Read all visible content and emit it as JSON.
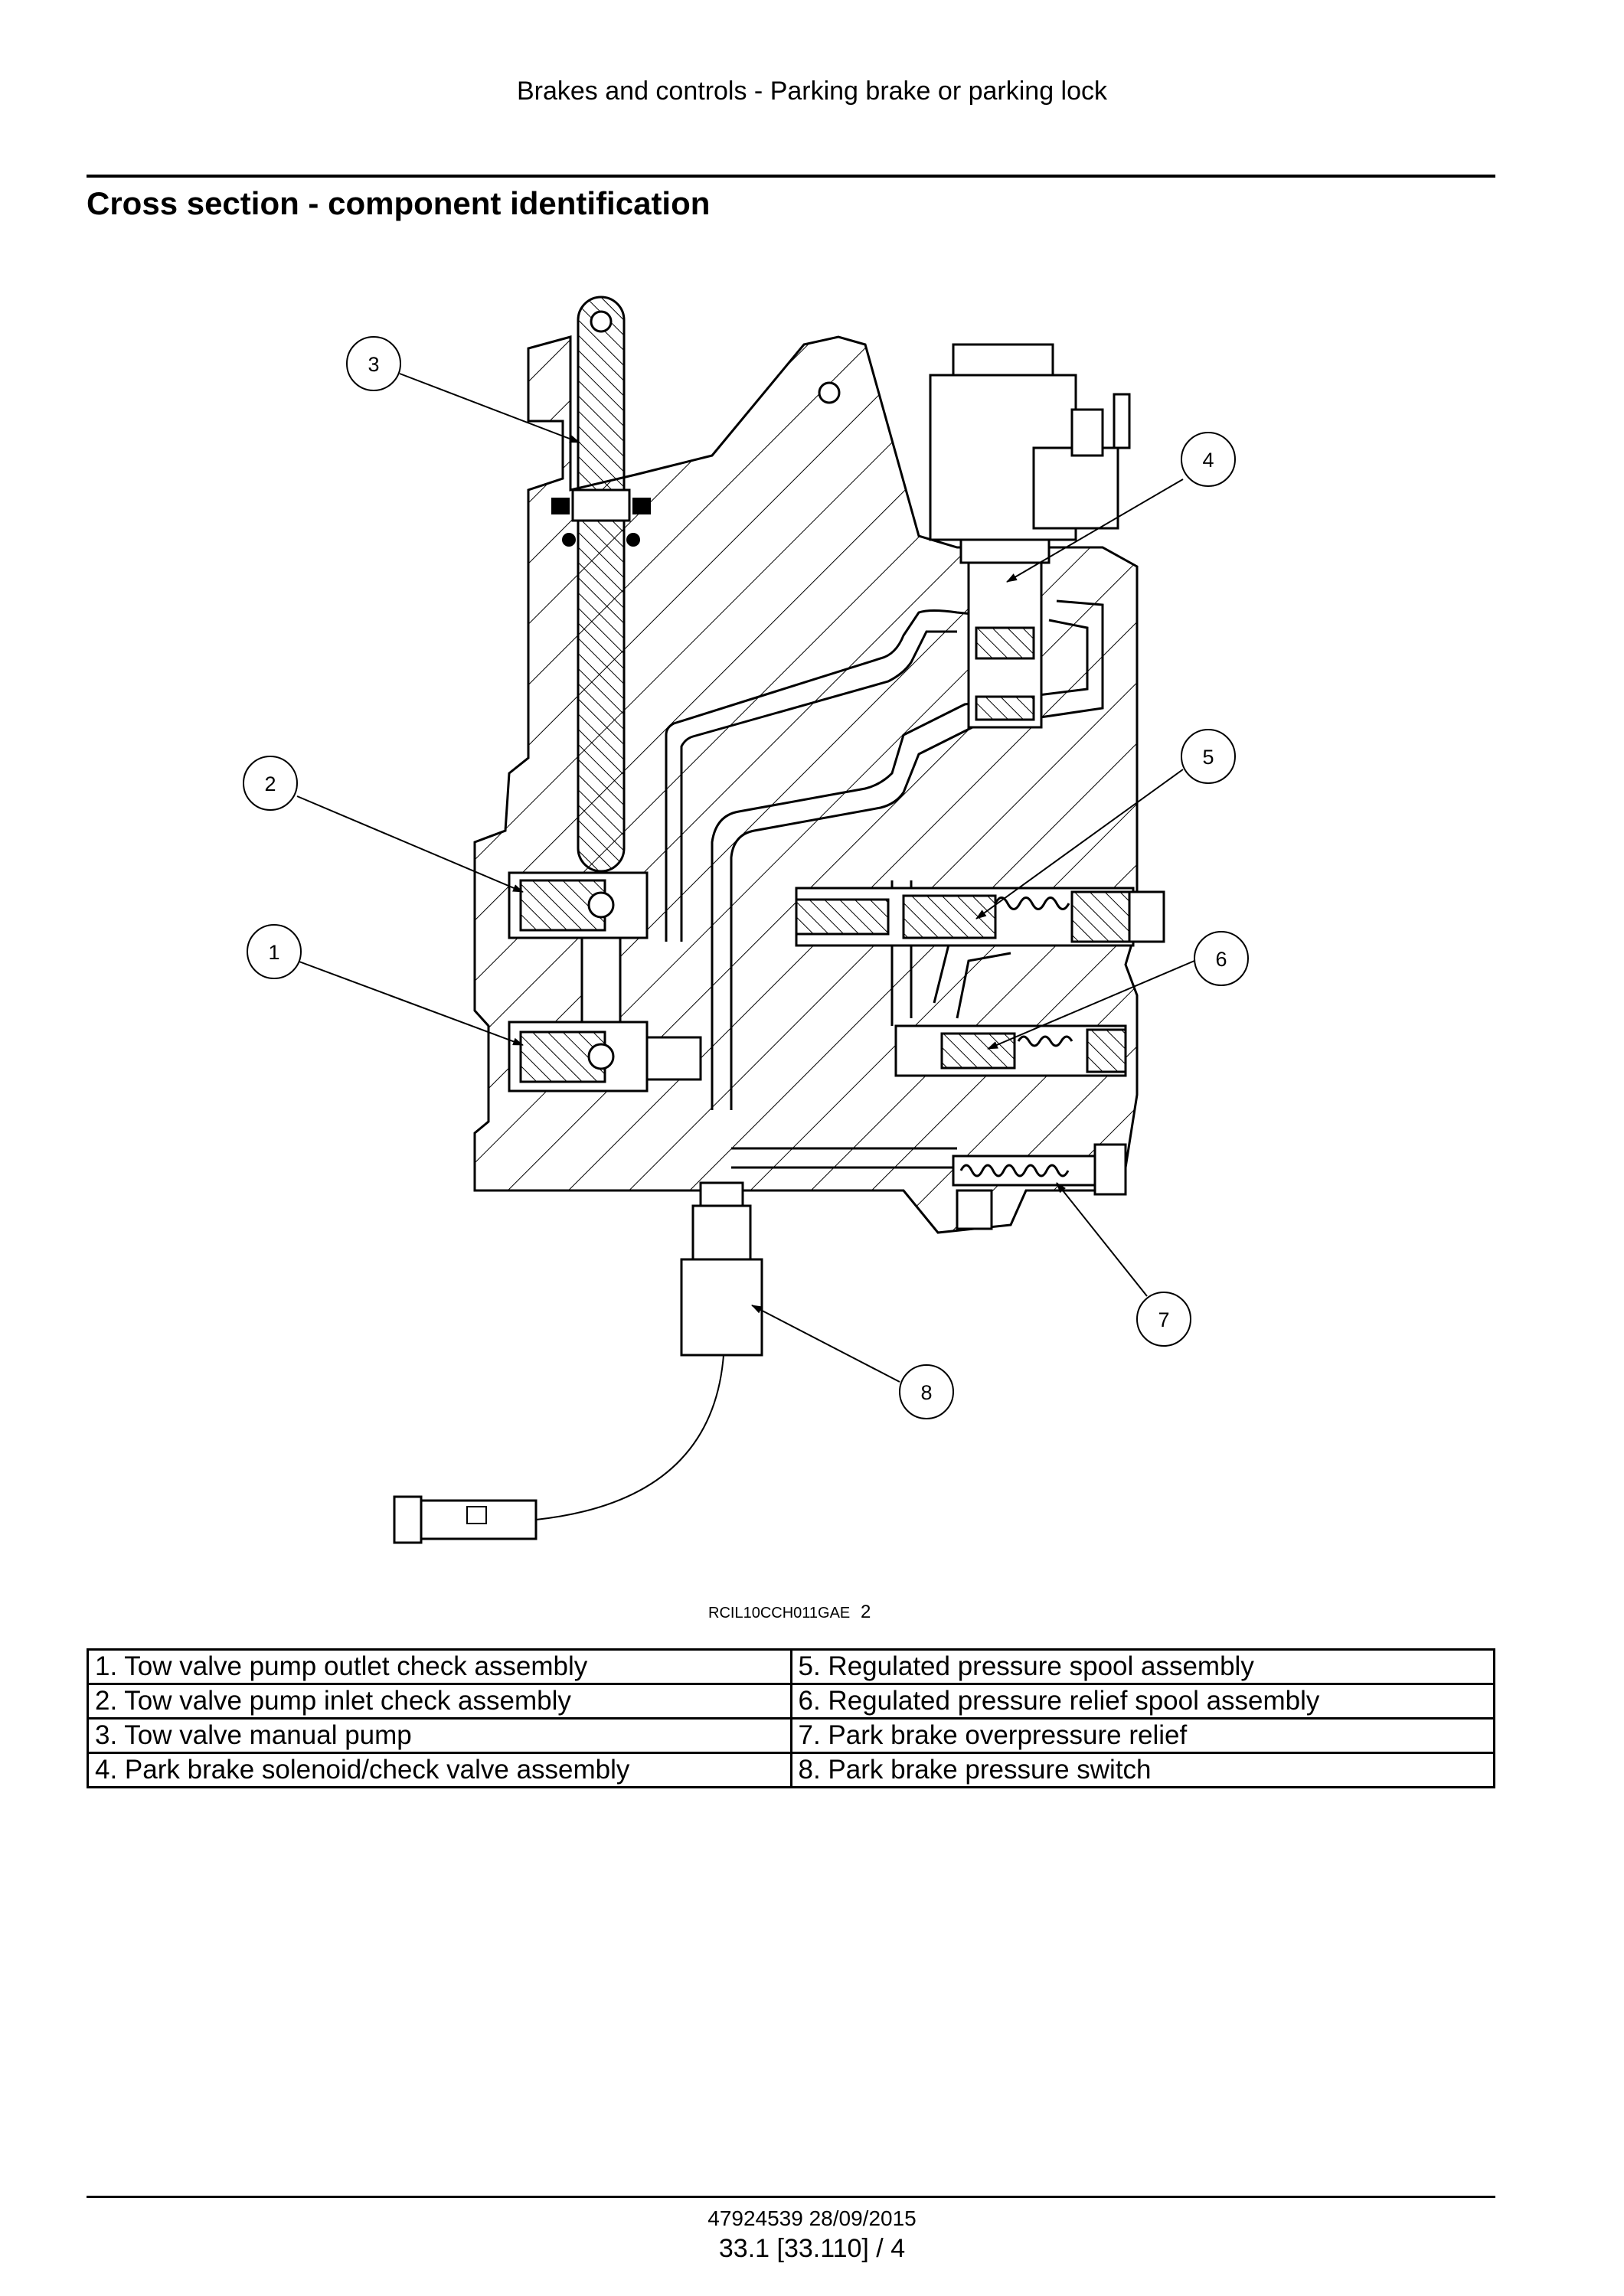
{
  "header": {
    "running_title": "Brakes and controls - Parking brake or parking lock"
  },
  "section": {
    "title": "Cross section - component identification"
  },
  "figure": {
    "callouts": [
      "1",
      "2",
      "3",
      "4",
      "5",
      "6",
      "7",
      "8"
    ],
    "image_code": "RCIL10CCH011GAE",
    "figure_number": "2"
  },
  "legend": {
    "rows": [
      [
        "1.  Tow valve pump outlet check assembly",
        "5.  Regulated pressure spool assembly"
      ],
      [
        "2.  Tow valve pump inlet check assembly",
        "6.  Regulated pressure relief spool assembly"
      ],
      [
        "3.  Tow valve manual pump",
        "7.  Park brake overpressure relief"
      ],
      [
        "4.  Park brake solenoid/check valve assembly",
        "8.  Park brake pressure switch"
      ]
    ]
  },
  "footer": {
    "doc_id": "47924539 28/09/2015",
    "page_ref": "33.1 [33.110] / 4"
  }
}
